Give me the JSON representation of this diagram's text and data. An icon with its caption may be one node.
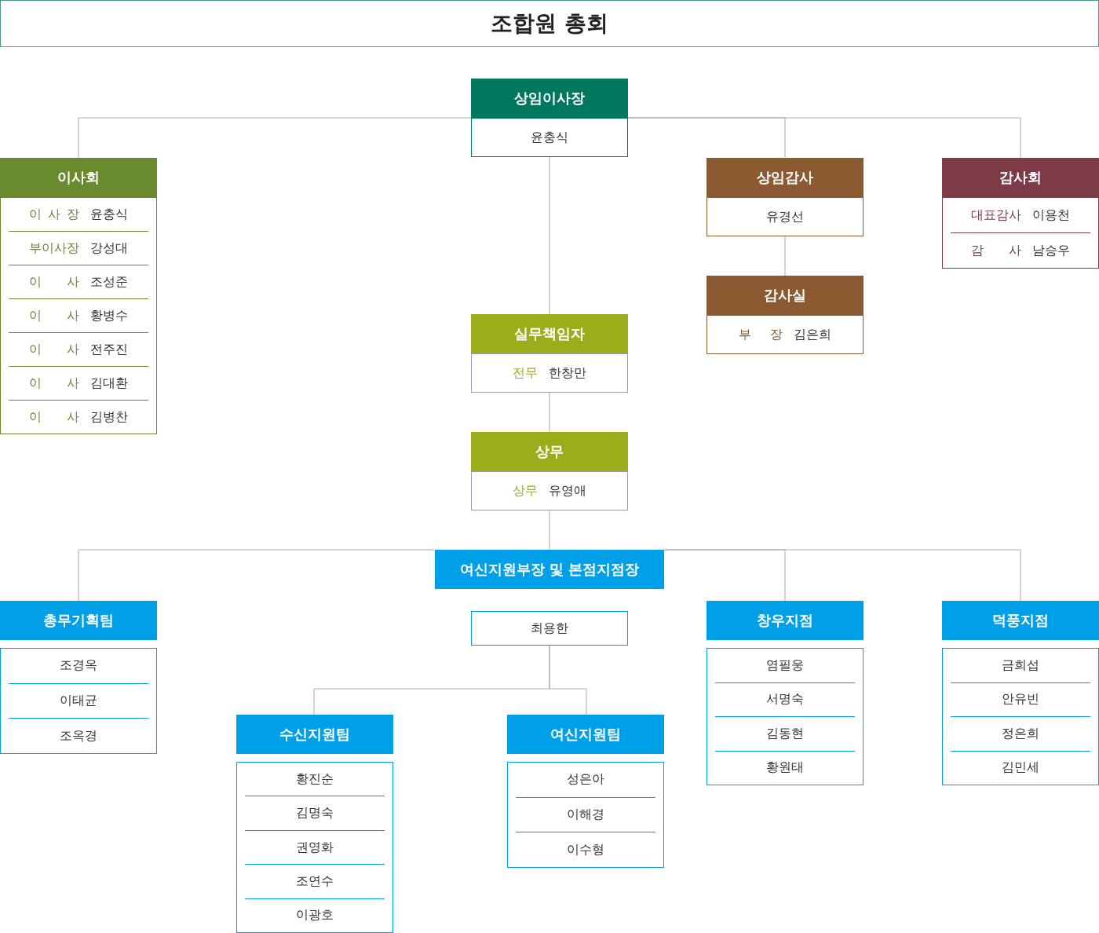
{
  "diagram": {
    "nodes": [
      {
        "text": [
          "조합원 총회"
        ]
      },
      {
        "text": [
          "상임이사장",
          "윤충식"
        ]
      },
      {
        "text": [
          "이사회",
          "이 사 장",
          "윤충식",
          "부이사장",
          "강성대",
          "이 사",
          "조성준",
          "이 사",
          "황병수",
          "이 사",
          "전주진",
          "이 사",
          "김대환",
          "이 사",
          "김병찬"
        ]
      },
      {
        "text": [
          "상임감사",
          "유경선"
        ]
      },
      {
        "text": [
          "감사실",
          "부 장",
          "김은희"
        ]
      },
      {
        "text": [
          "감사회",
          "대표감사",
          "이용천",
          "감 사",
          "남승우"
        ]
      },
      {
        "text": [
          "실무책임자",
          "전무",
          "한창만"
        ]
      },
      {
        "text": [
          "상무",
          "상무",
          "유영애"
        ]
      },
      {
        "text": [
          "여신지원부장 및 본점지점장",
          "최용한"
        ]
      },
      {
        "text": [
          "총무기획팀",
          "조경옥",
          "이태균",
          "조옥경"
        ]
      },
      {
        "text": [
          "수신지원팀",
          "황진순",
          "김명숙",
          "권영화",
          "조연수",
          "이광호"
        ]
      },
      {
        "text": [
          "여신지원팀",
          "성은아",
          "이해경",
          "이수형"
        ]
      },
      {
        "text": [
          "창우지점",
          "염필웅",
          "서명숙",
          "김동현",
          "황원태"
        ]
      },
      {
        "text": [
          "덕풍지점",
          "금희섭",
          "안유빈",
          "정은희",
          "김민세"
        ]
      }
    ],
    "edges": [
      {
        "from": 1,
        "to": 2,
        "arrow": "none"
      },
      {
        "from": 1,
        "to": 3,
        "arrow": "none"
      },
      {
        "from": 1,
        "to": 5,
        "arrow": "none"
      },
      {
        "from": 3,
        "to": 4,
        "arrow": "none"
      },
      {
        "from": 1,
        "to": 6,
        "arrow": "none"
      },
      {
        "from": 6,
        "to": 7,
        "arrow": "none"
      },
      {
        "from": 7,
        "to": 8,
        "arrow": "none"
      },
      {
        "from": 8,
        "to": 9,
        "arrow": "none"
      },
      {
        "from": 8,
        "to": 12,
        "arrow": "none"
      },
      {
        "from": 8,
        "to": 13,
        "arrow": "none"
      },
      {
        "from": 8,
        "to": 10,
        "arrow": "none"
      },
      {
        "from": 8,
        "to": 11,
        "arrow": "none"
      }
    ]
  }
}
